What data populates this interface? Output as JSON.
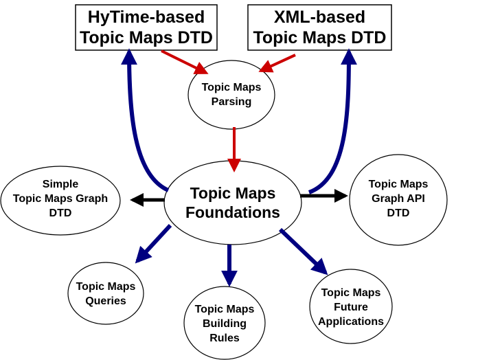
{
  "nodes": {
    "hytime_dtd": {
      "lines": [
        "HyTime-based",
        "Topic Maps DTD"
      ]
    },
    "xml_dtd": {
      "lines": [
        "XML-based",
        "Topic Maps DTD"
      ]
    },
    "parsing": {
      "lines": [
        "Topic Maps",
        "Parsing"
      ]
    },
    "foundations": {
      "lines": [
        "Topic Maps",
        "Foundations"
      ]
    },
    "simple_graph_dtd": {
      "lines": [
        "Simple",
        "Topic Maps Graph",
        "DTD"
      ]
    },
    "graph_api_dtd": {
      "lines": [
        "Topic Maps",
        "Graph API",
        "DTD"
      ]
    },
    "queries": {
      "lines": [
        "Topic Maps",
        "Queries"
      ]
    },
    "building_rules": {
      "lines": [
        "Topic Maps",
        "Building",
        "Rules"
      ]
    },
    "future_apps": {
      "lines": [
        "Topic Maps",
        "Future",
        "Applications"
      ]
    }
  },
  "colors": {
    "red": "#cc0000",
    "navy": "#000080",
    "black": "#000000"
  }
}
